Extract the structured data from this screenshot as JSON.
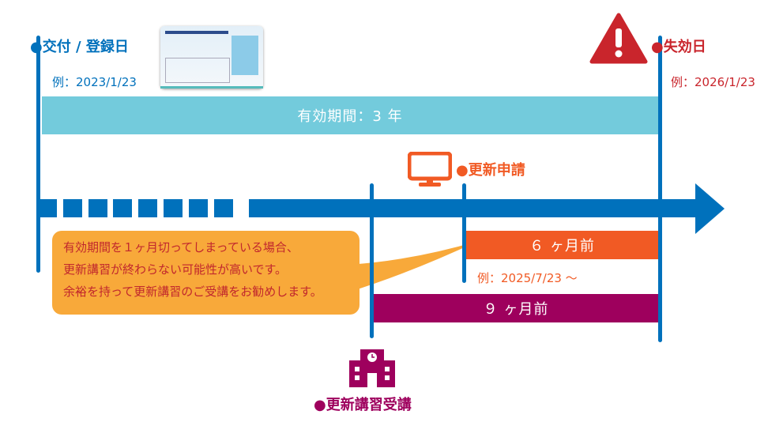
{
  "issue": {
    "label": "●交付 / 登録日",
    "example": "例：2023/1/23"
  },
  "expiry": {
    "label": "●失効日",
    "example": "例：2026/1/23"
  },
  "validity_bar": "有効期間：3 年",
  "renewal_apply": {
    "label": "●更新申請",
    "bar": "６ ヶ月前",
    "example": "例：2025/7/23 〜"
  },
  "course": {
    "label": "●更新講習受講",
    "bar": "９ ヶ月前"
  },
  "note": [
    "有効期間を１ヶ月切ってしまっている場合、",
    "更新講習が終わらない可能性が高いです。",
    "余裕を持って更新講習のご受講をお勧めします。"
  ],
  "colors": {
    "blue": "#0071bc",
    "teal": "#73cbdc",
    "red": "#c9252c",
    "orange": "#f15a24",
    "purple": "#9e005d",
    "bubble": "#f8a93a"
  }
}
